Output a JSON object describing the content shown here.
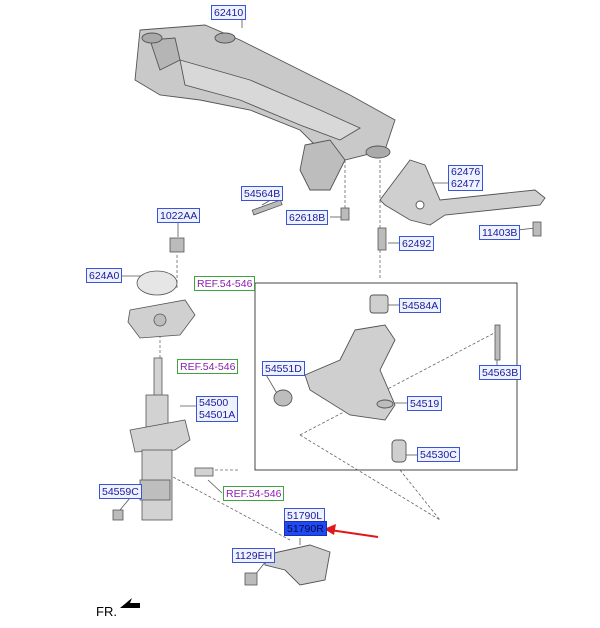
{
  "callouts": {
    "c62410": "62410",
    "c62476": "62476",
    "c62477": "62477",
    "c54564B": "54564B",
    "c62618B": "62618B",
    "c1022AA": "1022AA",
    "c62492": "62492",
    "c11403B": "11403B",
    "c624A0": "624A0",
    "ref1": "REF.54-546",
    "c54584A": "54584A",
    "c54563B": "54563B",
    "ref2": "REF.54-546",
    "c54551D": "54551D",
    "c54500": "54500",
    "c54501A": "54501A",
    "c54519": "54519",
    "c54530C": "54530C",
    "c54559C": "54559C",
    "ref3": "REF.54-546",
    "c51790L": "51790L",
    "c51790R": "51790R",
    "c1129EH": "1129EH"
  },
  "direction_label": "FR.",
  "colors": {
    "callout_border": "#3a54d8",
    "callout_text": "#1a1a9a",
    "ref_text": "#8a1fb0",
    "ref_border": "#3fa33f",
    "selected_fill": "#1e49f5",
    "arrow": "#e01818"
  }
}
